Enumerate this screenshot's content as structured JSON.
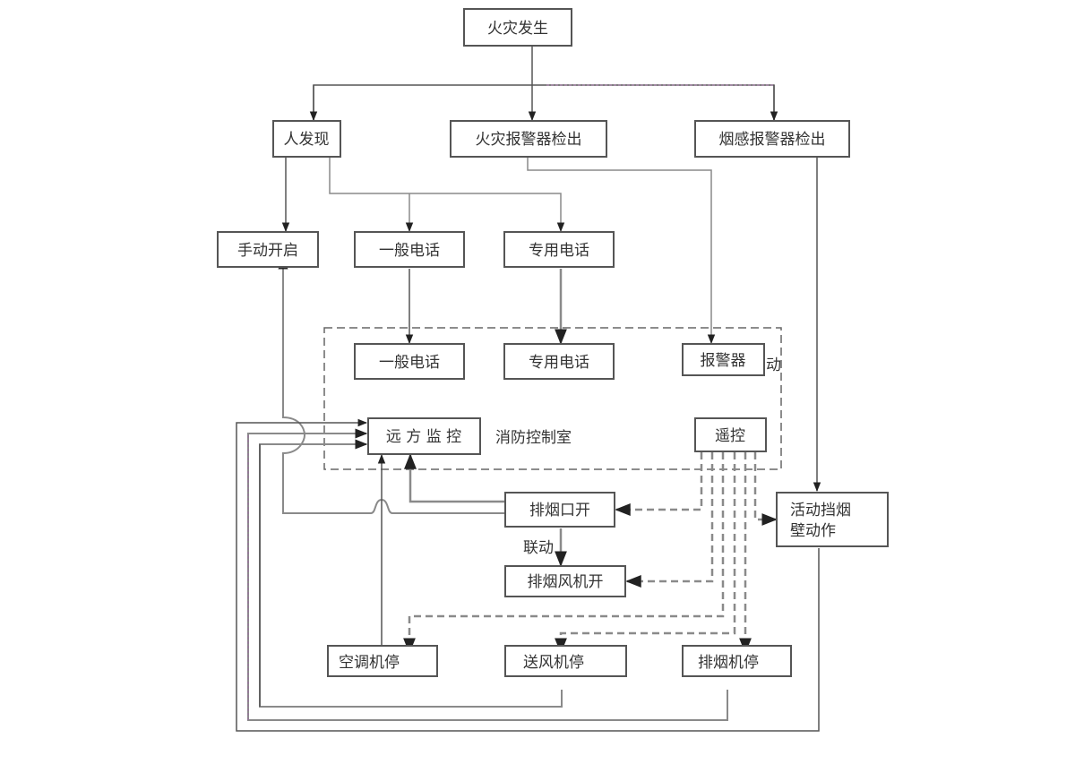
{
  "diagram": {
    "type": "flowchart",
    "subject": "fire response and smoke control linkage",
    "nodes": {
      "fire_occurs": "火灾发生",
      "person_detects": "人发现",
      "fire_alarm_detect": "火灾报警器检出",
      "smoke_alarm_detect": "烟感报警器检出",
      "manual_open": "手动开启",
      "general_phone_1": "一般电话",
      "dedicated_phone_1": "专用电话",
      "general_phone_2": "一般电话",
      "dedicated_phone_2": "专用电话",
      "alarm": "报警器",
      "remote_monitor": "远 方 监 控",
      "remote_control": "遥控",
      "smoke_vent_open": "排烟口开",
      "smoke_fan_on": "排烟风机开",
      "smoke_barrier_line1": "活动挡烟",
      "smoke_barrier_line2": "壁动作",
      "ac_stop": "空调机停",
      "supply_fan_stop": "送风机停",
      "smoke_exhaust_stop": "排烟机停"
    },
    "labels": {
      "control_room": "消防控制室",
      "linkage": "联动",
      "truncated": "动"
    },
    "edges": [
      {
        "from": "fire_occurs",
        "to": "person_detects",
        "style": "solid"
      },
      {
        "from": "fire_occurs",
        "to": "fire_alarm_detect",
        "style": "solid"
      },
      {
        "from": "fire_occurs",
        "to": "smoke_alarm_detect",
        "style": "solid"
      },
      {
        "from": "person_detects",
        "to": "manual_open",
        "style": "solid"
      },
      {
        "from": "person_detects",
        "to": "general_phone_1",
        "style": "solid"
      },
      {
        "from": "person_detects",
        "to": "dedicated_phone_1",
        "style": "solid"
      },
      {
        "from": "general_phone_1",
        "to": "general_phone_2",
        "style": "solid"
      },
      {
        "from": "dedicated_phone_1",
        "to": "dedicated_phone_2",
        "style": "solid"
      },
      {
        "from": "fire_alarm_detect",
        "to": "alarm",
        "style": "solid"
      },
      {
        "from": "smoke_alarm_detect",
        "to": "smoke_barrier",
        "style": "solid"
      },
      {
        "from": "smoke_vent_open",
        "to": "remote_monitor",
        "style": "solid"
      },
      {
        "from": "smoke_vent_open",
        "to": "manual_open",
        "style": "solid"
      },
      {
        "from": "smoke_vent_open",
        "to": "smoke_fan_on",
        "style": "solid",
        "label": "联动"
      },
      {
        "from": "ac_stop",
        "to": "remote_monitor",
        "style": "solid"
      },
      {
        "from": "supply_fan_stop",
        "to": "remote_monitor",
        "style": "solid"
      },
      {
        "from": "smoke_exhaust_stop",
        "to": "remote_monitor",
        "style": "solid"
      },
      {
        "from": "smoke_barrier",
        "to": "remote_monitor",
        "style": "solid"
      },
      {
        "from": "remote_control",
        "to": "smoke_vent_open",
        "style": "dashed"
      },
      {
        "from": "remote_control",
        "to": "smoke_fan_on",
        "style": "dashed"
      },
      {
        "from": "remote_control",
        "to": "ac_stop",
        "style": "dashed"
      },
      {
        "from": "remote_control",
        "to": "supply_fan_stop",
        "style": "dashed"
      },
      {
        "from": "remote_control",
        "to": "smoke_exhaust_stop",
        "style": "dashed"
      },
      {
        "from": "remote_control",
        "to": "smoke_barrier",
        "style": "dashed"
      }
    ]
  }
}
